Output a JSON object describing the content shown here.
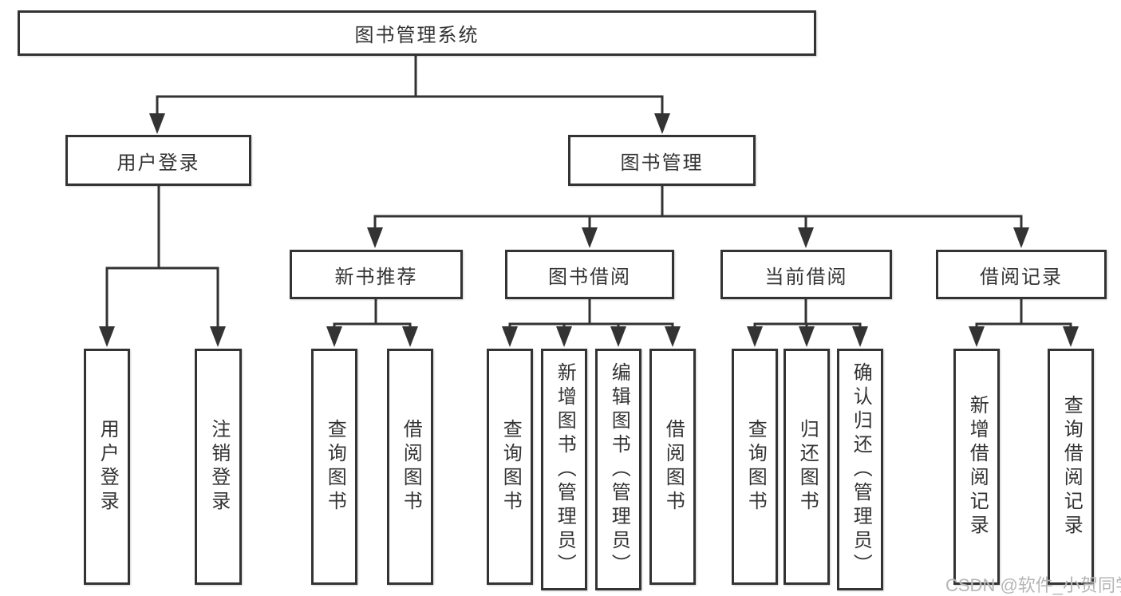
{
  "tree": {
    "root": "图书管理系统",
    "branches": [
      {
        "label": "用户登录",
        "children": [
          "用户登录",
          "注销登录"
        ]
      },
      {
        "label": "图书管理",
        "groups": [
          {
            "label": "新书推荐",
            "children": [
              "查询图书",
              "借阅图书"
            ]
          },
          {
            "label": "图书借阅",
            "children": [
              "查询图书",
              "新增图书（管理员）",
              "编辑图书（管理员）",
              "借阅图书"
            ]
          },
          {
            "label": "当前借阅",
            "children": [
              "查询图书",
              "归还图书",
              "确认归还（管理员）"
            ]
          },
          {
            "label": "借阅记录",
            "children": [
              "新增借阅记录",
              "查询借阅记录"
            ]
          }
        ]
      }
    ]
  },
  "watermark": {
    "text": "CSDN @软件_小贺同学"
  },
  "colors": {
    "line": "#333333",
    "border": "#333333",
    "text": "#333333",
    "watermark": "#b5b5b5",
    "background": "#ffffff"
  }
}
